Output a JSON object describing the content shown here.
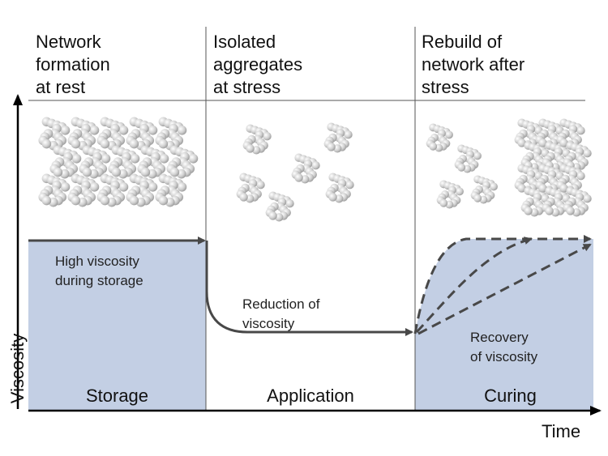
{
  "stages": [
    {
      "title": "Network\nformation\nat rest",
      "phase": "Storage",
      "note": "High viscosity\nduring storage"
    },
    {
      "title": "Isolated\naggregates\nat stress",
      "phase": "Application",
      "note": "Reduction of\nviscosity"
    },
    {
      "title": "Rebuild of\nnetwork after\nstress",
      "phase": "Curing",
      "note": "Recovery\nof viscosity"
    }
  ],
  "axes": {
    "y_label": "Viscosity",
    "x_label": "Time"
  },
  "colors": {
    "fill": "#c3cfe4",
    "curve": "#484848",
    "axis": "#000000",
    "divider": "#666666",
    "particle": "#d6d6d6"
  },
  "icons": {
    "particles": "molecular-aggregate-icon"
  }
}
